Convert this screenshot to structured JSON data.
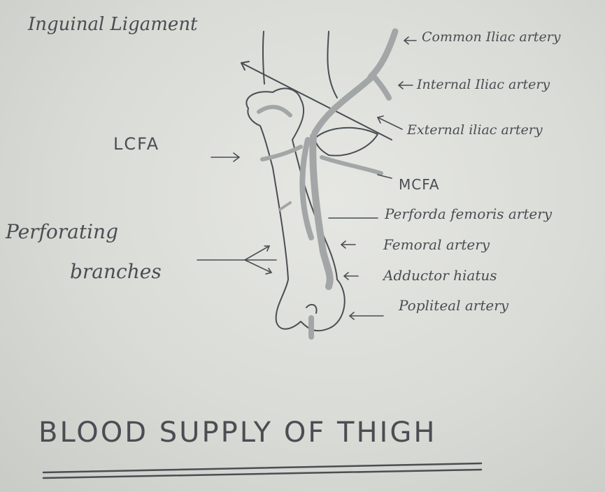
{
  "labels": {
    "inguinal_ligament": "Inguinal Ligament",
    "common_iliac": "Common Iliac artery",
    "internal_iliac": "Internal Iliac artery",
    "external_iliac": "External iliac artery",
    "lcfa": "LCFA",
    "mcfa": "MCFA",
    "perforating_1": "Perforating",
    "perforating_2": "branches",
    "perforda": "Perforda femoris artery",
    "femoral": "Femoral artery",
    "adductor": "Adductor hiatus",
    "popliteal": "Popliteal artery"
  },
  "title": "BLOOD SUPPLY OF THIGH",
  "colors": {
    "ink": "#4a4d52",
    "shading": "#a3a6a7",
    "paper": "#dcddd9"
  }
}
